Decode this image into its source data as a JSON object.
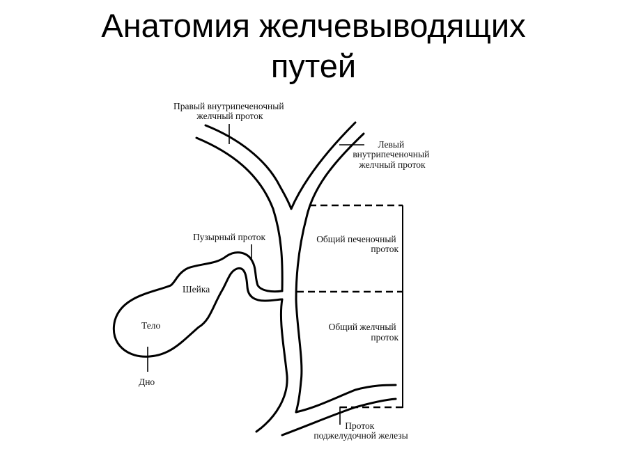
{
  "title": {
    "line1": "Анатомия желчевыводящих",
    "line2": "путей"
  },
  "labels": {
    "right_hepatic_duct": [
      "Правый внутрипеченочный",
      "желчный проток"
    ],
    "left_hepatic_duct": [
      "Левый",
      "внутрипеченочный",
      "желчный проток"
    ],
    "common_hepatic_duct": [
      "Общий печеночный",
      "проток"
    ],
    "cystic_duct": "Пузырный проток",
    "neck": "Шейка",
    "body": "Тело",
    "fundus": "Дно",
    "common_bile_duct": [
      "Общий желчный",
      "проток"
    ],
    "pancreatic_duct": [
      "Проток",
      "поджелудочной железы"
    ]
  },
  "colors": {
    "background": "#ffffff",
    "ink": "#000000"
  }
}
